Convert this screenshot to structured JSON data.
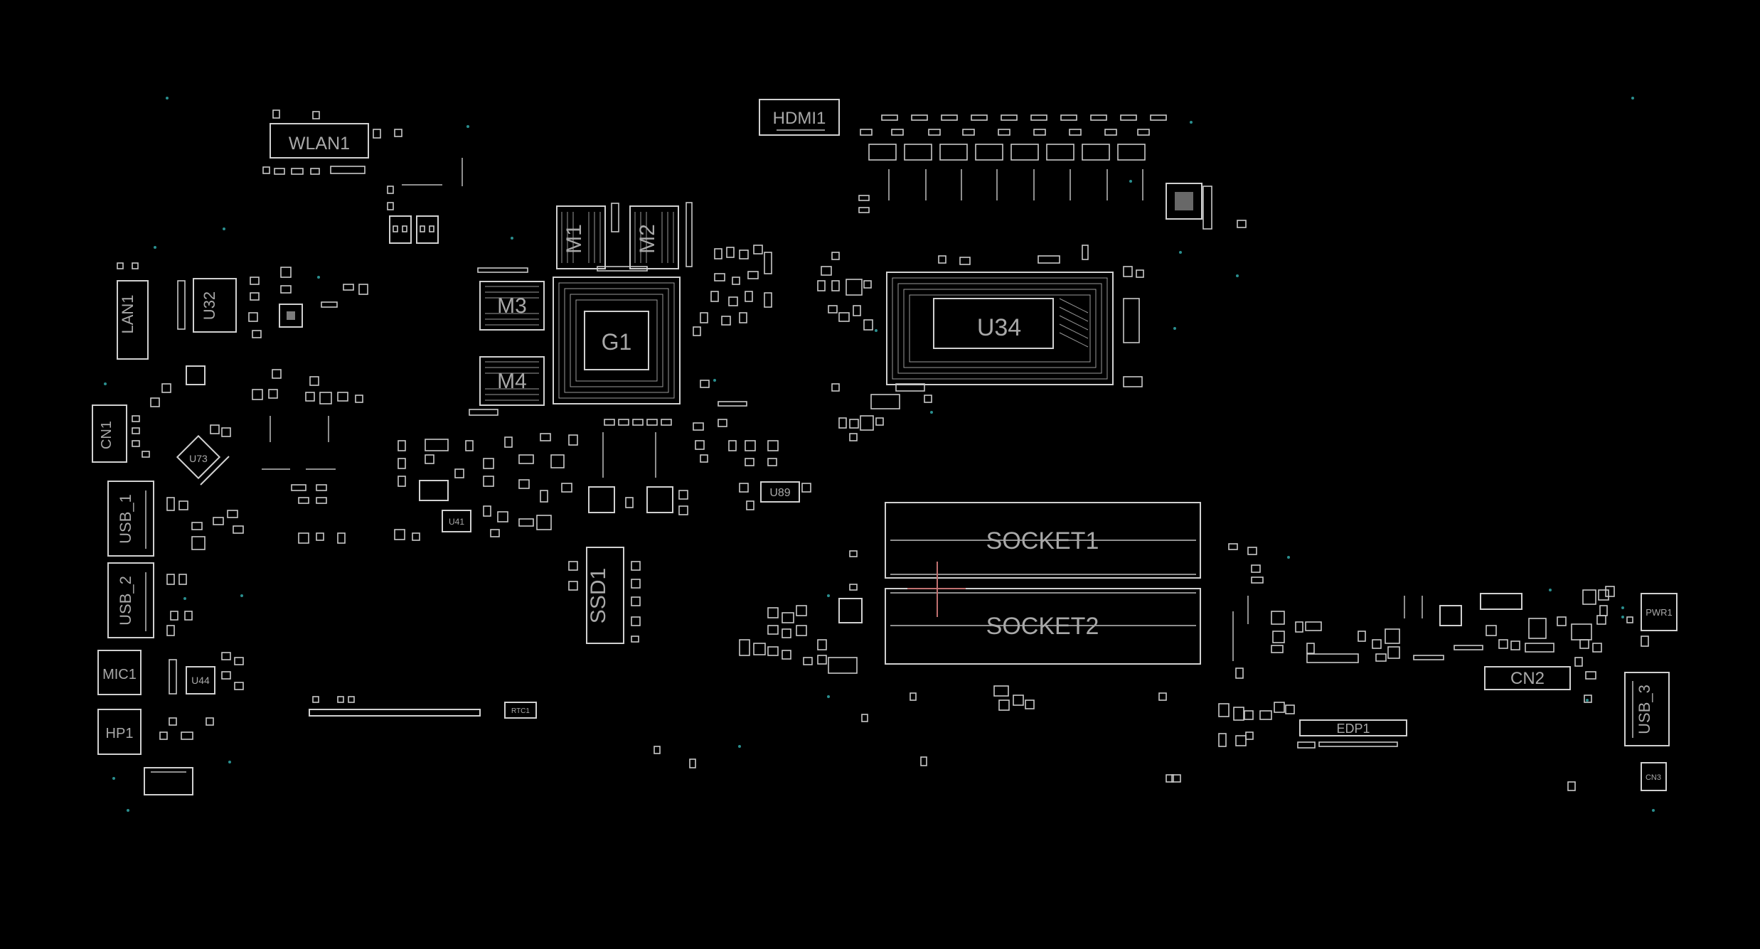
{
  "viewer": {
    "background": "#000000",
    "outline_color": "#d0d0d0",
    "label_color": "#a8a8a8",
    "marker_color": "#c07070"
  },
  "components": {
    "wlan1": "WLAN1",
    "hdmi1": "HDMI1",
    "lan1": "LAN1",
    "u32": "U32",
    "cn1": "CN1",
    "u73": "U73",
    "m1": "M1",
    "m2": "M2",
    "m3": "M3",
    "m4": "M4",
    "g1": "G1",
    "u34": "U34",
    "usb1": "USB_1",
    "usb2": "USB_2",
    "usb3": "USB_3",
    "mic1": "MIC1",
    "hp1": "HP1",
    "u44": "U44",
    "u41": "U41",
    "u89": "U89",
    "ssd1": "SSD1",
    "socket1": "SOCKET1",
    "socket2": "SOCKET2",
    "rtc1": "RTC1",
    "edp1": "EDP1",
    "cn2": "CN2",
    "pwr1": "PWR1",
    "cn3": "CN3"
  }
}
